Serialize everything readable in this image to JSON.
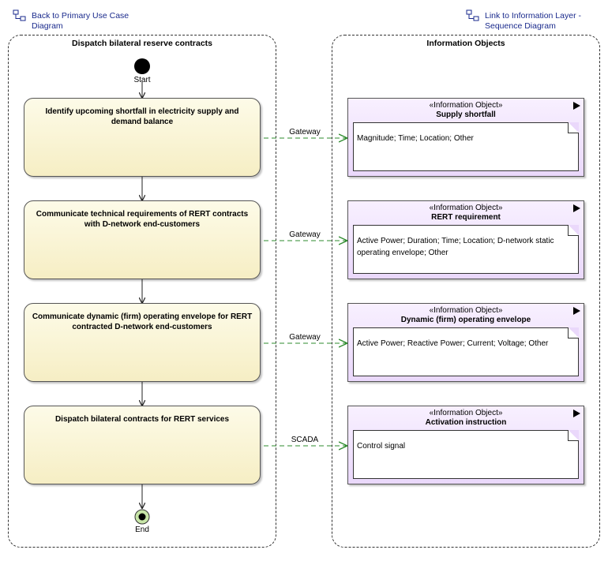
{
  "links": {
    "back": "Back to Primary Use Case Diagram",
    "info_layer": "Link to Information Layer - Sequence Diagram"
  },
  "lanes": {
    "left_title": "Dispatch bilateral reserve contracts",
    "right_title": "Information Objects"
  },
  "nodes": {
    "start": "Start",
    "end": "End"
  },
  "activities": [
    "Identify upcoming shortfall in electricity supply and demand balance",
    "Communicate technical requirements of RERT contracts with D-network end-customers",
    "Communicate dynamic (firm) operating envelope for RERT contracted D-network end-customers",
    "Dispatch bilateral contracts for RERT services"
  ],
  "flows": [
    "Gateway",
    "Gateway",
    "Gateway",
    "SCADA"
  ],
  "objects": [
    {
      "stereotype": "«Information Object»",
      "name": "Supply shortfall",
      "attributes": "Magnitude; Time; Location; Other"
    },
    {
      "stereotype": "«Information Object»",
      "name": "RERT requirement",
      "attributes": "Active Power; Duration; Time; Location; D-network static operating envelope; Other"
    },
    {
      "stereotype": "«Information Object»",
      "name": "Dynamic (firm) operating envelope",
      "attributes": "Active Power; Reactive Power; Current; Voltage; Other"
    },
    {
      "stereotype": "«Information Object»",
      "name": "Activation instruction",
      "attributes": "Control signal"
    }
  ],
  "colors": {
    "link": "#1a2a8c",
    "activity_fill": "#f6eec4",
    "object_fill": "#ead8fb",
    "flow": "#2e8b2e",
    "end_fill": "#c8e6a8"
  }
}
